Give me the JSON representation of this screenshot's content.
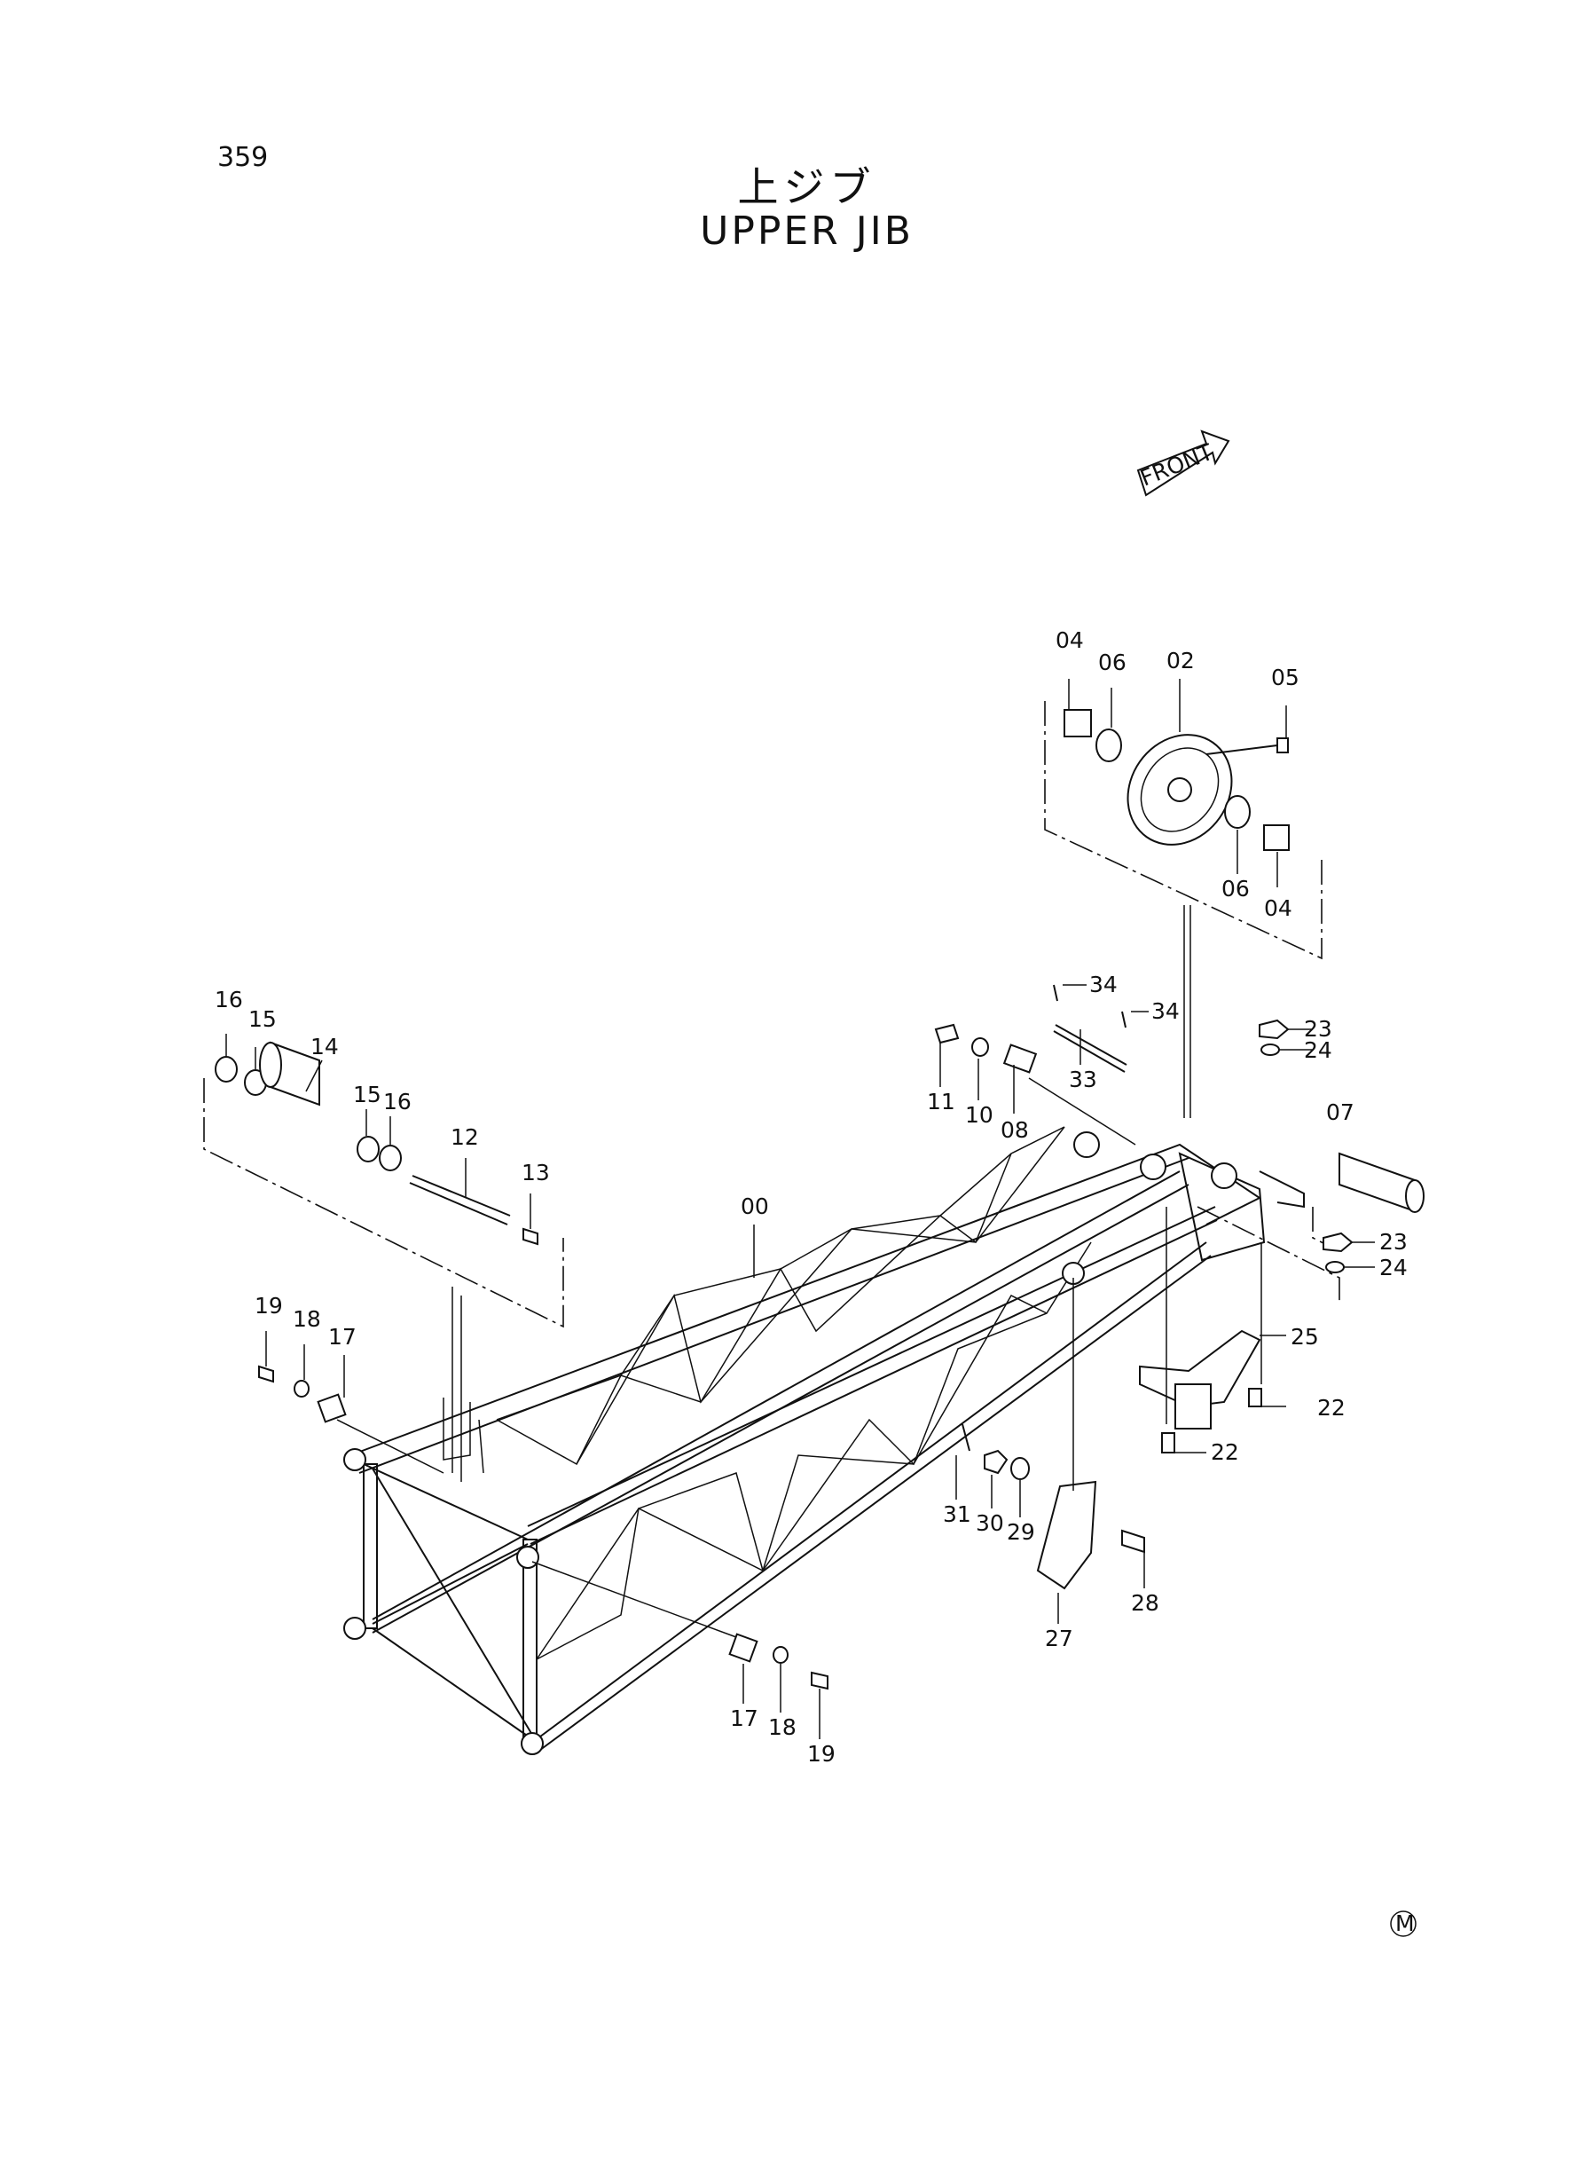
{
  "page": {
    "number": "359"
  },
  "title": {
    "japanese": "上ジブ",
    "english": "UPPER JIB"
  },
  "orientation": {
    "front_label": "FRONT"
  },
  "mark": "M",
  "callouts": {
    "c00": "00",
    "c02": "02",
    "c04a": "04",
    "c04b": "04",
    "c05": "05",
    "c06a": "06",
    "c06b": "06",
    "c07": "07",
    "c08": "08",
    "c10": "10",
    "c11": "11",
    "c12": "12",
    "c13": "13",
    "c14": "14",
    "c15a": "15",
    "c15b": "15",
    "c16a": "16",
    "c16b": "16",
    "c17a": "17",
    "c17b": "17",
    "c18a": "18",
    "c18b": "18",
    "c19a": "19",
    "c19b": "19",
    "c22a": "22",
    "c22b": "22",
    "c23a": "23",
    "c23b": "23",
    "c24a": "24",
    "c24b": "24",
    "c25": "25",
    "c27": "27",
    "c28": "28",
    "c29": "29",
    "c30": "30",
    "c31": "31",
    "c33": "33",
    "c34a": "34",
    "c34b": "34"
  }
}
